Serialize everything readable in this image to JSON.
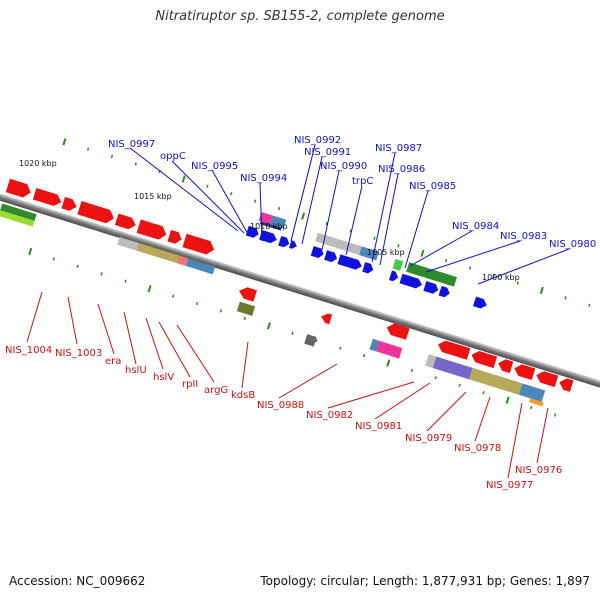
{
  "title": "Nitratiruptor sp. SB155-2, complete genome",
  "footer": {
    "accession": "Accession: NC_009662",
    "topology": "Topology: circular; Length: 1,877,931 bp; Genes: 1,897"
  },
  "colors": {
    "backbone": "#8a8a8a",
    "top_label": "#1010cc",
    "bottom_label": "#cc1010",
    "tick": "#2b8a1d",
    "gene_red": "#ee1111",
    "gene_blue": "#1111dd",
    "gene_green": "#2e8b2e",
    "gene_lime": "#99dd33",
    "gene_pink": "#ee3399",
    "gene_grey": "#bbbbbb",
    "gene_steelblue": "#4a86b8",
    "gene_olive": "#b8a85a",
    "gene_salmon": "#ee7777",
    "gene_purple": "#7766cc",
    "gene_orange": "#ff9922",
    "gene_darkgrey": "#666666",
    "gene_darkolive": "#6b7a2a"
  },
  "kbp_markers": [
    "1020 kbp",
    "1015 kbp",
    "1010 kbp",
    "1005 kbp",
    "1000 kbp"
  ],
  "top_labels": [
    "NIS_0997",
    "oppC",
    "NIS_0995",
    "NIS_0994",
    "NIS_0992",
    "NIS_0991",
    "NIS_0990",
    "trpC",
    "NIS_0987",
    "NIS_0986",
    "NIS_0985",
    "NIS_0984",
    "NIS_0983",
    "NIS_0980"
  ],
  "bottom_labels": [
    "NIS_1004",
    "NIS_1003",
    "era",
    "hslU",
    "hslV",
    "rplI",
    "argG",
    "kdsB",
    "NIS_0988",
    "NIS_0982",
    "NIS_0981",
    "NIS_0979",
    "NIS_0978",
    "NIS_0977",
    "NIS_0976"
  ]
}
